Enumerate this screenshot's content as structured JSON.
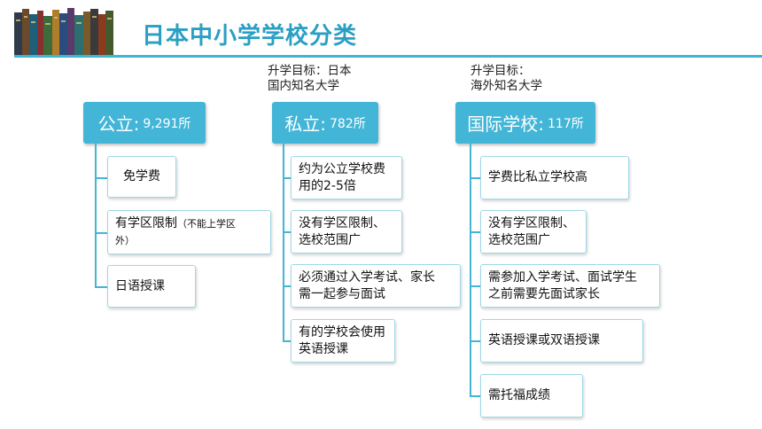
{
  "title": "日本中小学学校分类",
  "goals": {
    "private_line1": "升学目标：日本",
    "private_line2": "国内知名大学",
    "intl_line1": "升学目标：",
    "intl_line2": "海外知名大学"
  },
  "columns": {
    "public": {
      "label": "公立:",
      "count": "9,291所",
      "items": [
        {
          "text": "免学费"
        },
        {
          "text": "有学区限制",
          "small": "（不能上学区",
          "rest": "外）"
        },
        {
          "text": "日语授课"
        }
      ]
    },
    "private": {
      "label": "私立:",
      "count": "782所",
      "items": [
        {
          "line1": "约为公立学校费",
          "line2": "用的2-5倍"
        },
        {
          "line1": "没有学区限制、",
          "line2": "选校范围广"
        },
        {
          "line1": "必须通过入学考试、家长",
          "line2": "需一起参与面试"
        },
        {
          "line1": "有的学校会使用",
          "line2": "英语授课"
        }
      ]
    },
    "international": {
      "label": "国际学校:",
      "count": "117所",
      "items": [
        {
          "line1": "学费比私立学校高"
        },
        {
          "line1": "没有学区限制、",
          "line2": "选校范围广"
        },
        {
          "line1": "需参加入学考试、面试学生",
          "line2": "之前需要先面试家长"
        },
        {
          "line1": "英语授课或双语授课"
        },
        {
          "line1": "需托福成绩"
        }
      ]
    }
  },
  "colors": {
    "accent": "#43b5d7",
    "title": "#2a9fc4",
    "item_border": "#9fd8e8"
  }
}
